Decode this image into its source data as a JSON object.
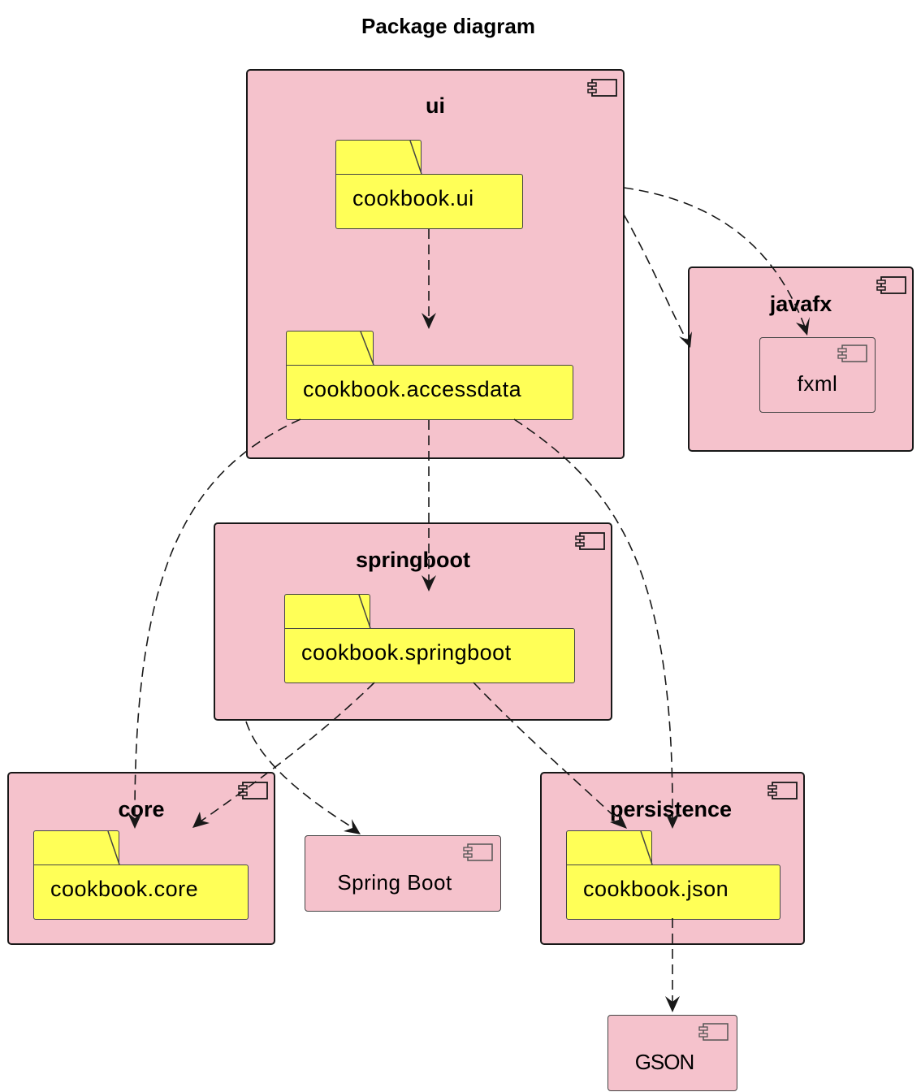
{
  "title": "Package diagram",
  "components": {
    "ui": "ui",
    "javafx": "javafx",
    "fxml": "fxml",
    "springboot": "springboot",
    "core": "core",
    "spring_boot_lib": "Spring Boot",
    "persistence": "persistence",
    "gson": "GSON"
  },
  "packages": {
    "cookbook_ui": "cookbook.ui",
    "cookbook_accessdata": "cookbook.accessdata",
    "cookbook_springboot": "cookbook.springboot",
    "cookbook_core": "cookbook.core",
    "cookbook_json": "cookbook.json"
  },
  "colors": {
    "component_fill": "#f5c2cc",
    "package_fill": "#ffff57",
    "line": "#181818"
  }
}
